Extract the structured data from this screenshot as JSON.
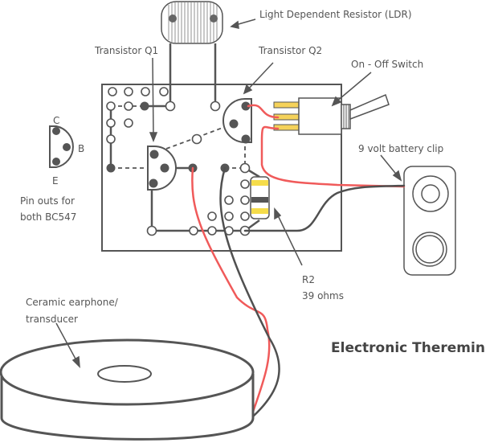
{
  "title": "Electronic Theremin",
  "labels": {
    "ldr": "Light Dependent Resistor (LDR)",
    "q1": "Transistor Q1",
    "q2": "Transistor Q2",
    "switch": "On - Off Switch",
    "battery": "9 volt battery clip",
    "pinout_c": "C",
    "pinout_b": "B",
    "pinout_e": "E",
    "pinout_caption_1": "Pin outs for",
    "pinout_caption_2": "both BC547",
    "r2_name": "R2",
    "r2_value": "39 ohms",
    "earphone_1": "Ceramic earphone/",
    "earphone_2": "transducer"
  },
  "colors": {
    "line": "#555555",
    "red_wire": "#f05a5a",
    "black_wire": "#505050",
    "pin_yellow": "#f5d25a",
    "band_yellow": "#f5dc4a",
    "band_dark": "#555555"
  }
}
